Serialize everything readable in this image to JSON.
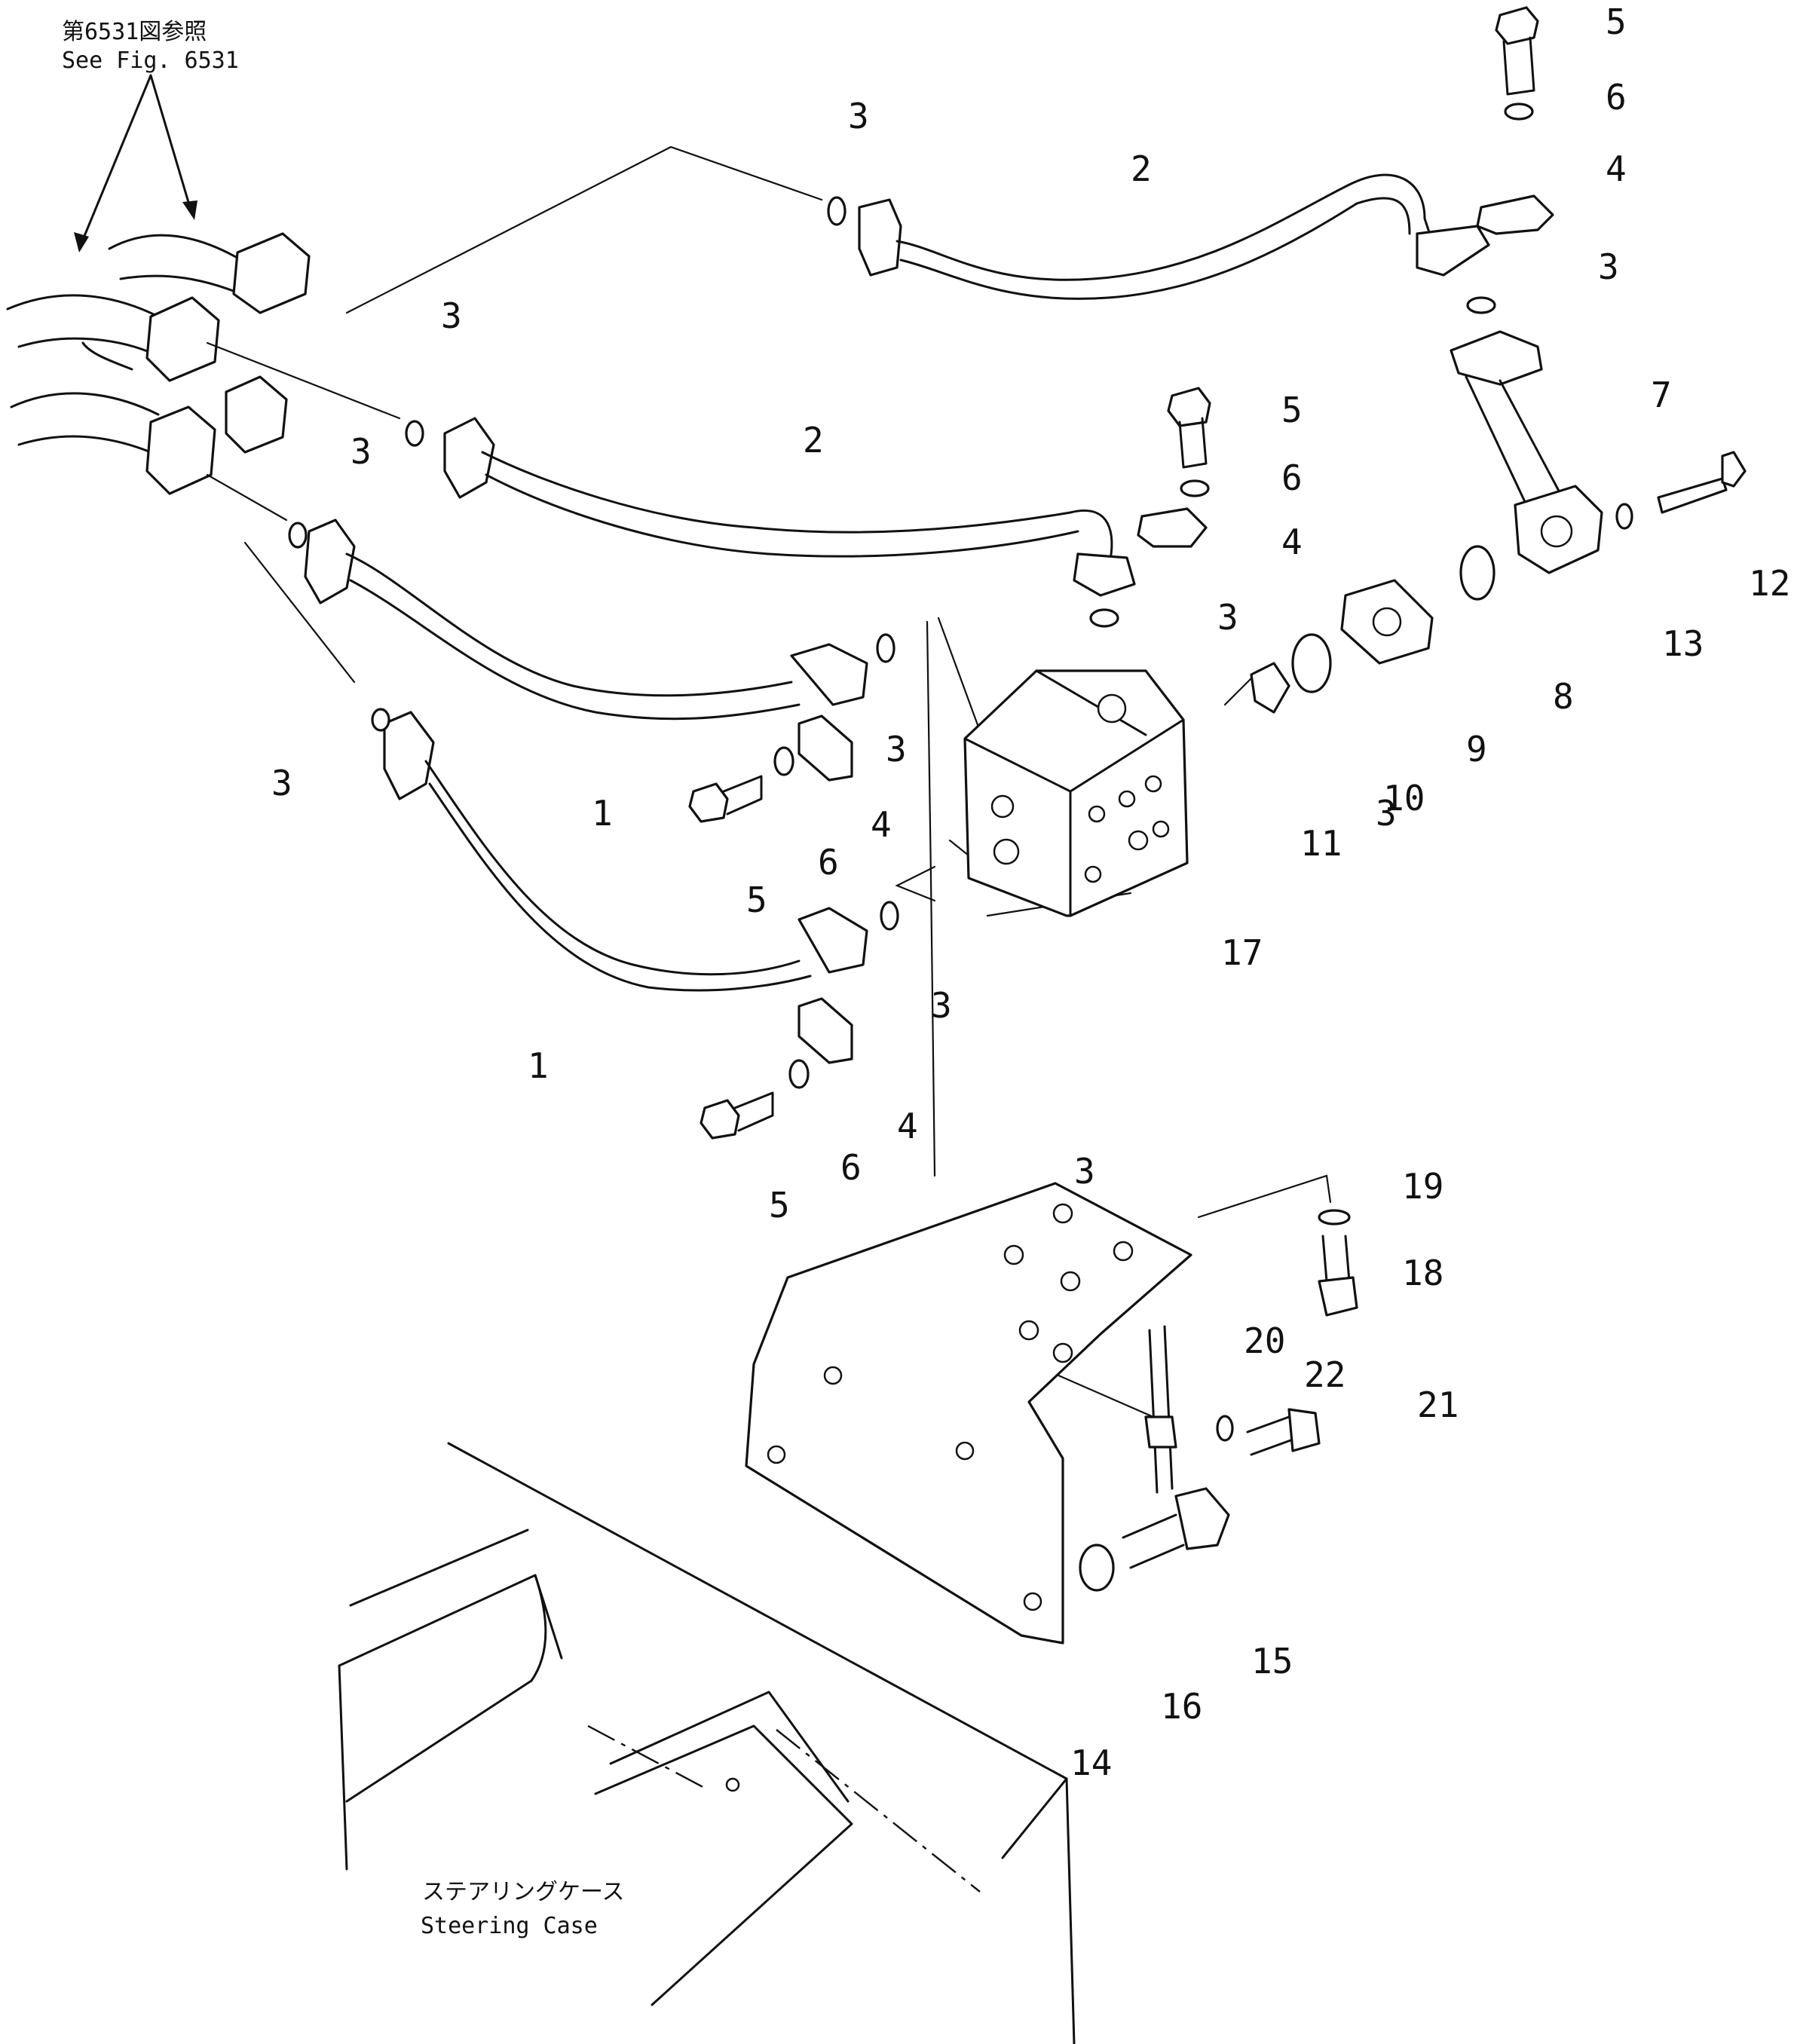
{
  "figure_reference": {
    "japanese": "第6531図参照",
    "english": "See Fig. 6531"
  },
  "steering_case_label": {
    "japanese": "ステアリングケース",
    "english": "Steering Case"
  },
  "callouts": [
    "1",
    "1",
    "2",
    "2",
    "3",
    "3",
    "3",
    "3",
    "3",
    "3",
    "3",
    "3",
    "3",
    "3",
    "4",
    "4",
    "4",
    "4",
    "5",
    "5",
    "5",
    "5",
    "6",
    "6",
    "6",
    "6",
    "7",
    "8",
    "9",
    "10",
    "11",
    "12",
    "13",
    "14",
    "15",
    "16",
    "17",
    "18",
    "19",
    "20",
    "21",
    "22"
  ]
}
